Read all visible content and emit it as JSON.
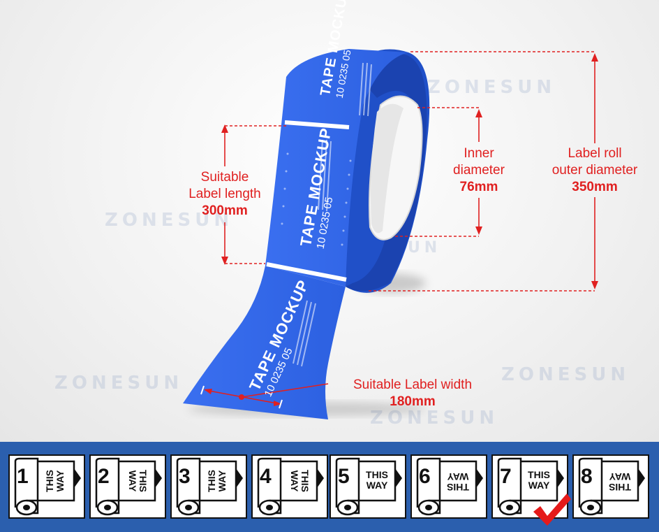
{
  "watermark": "ZONESUN",
  "tape_print": {
    "title": "TAPE MOCKUP",
    "code": "10 0235 05"
  },
  "annotations": {
    "label_length": {
      "line1": "Suitable",
      "line2": "Label length",
      "value": "300mm"
    },
    "inner_diameter": {
      "line1": "Inner",
      "line2": "diameter",
      "value": "76mm"
    },
    "outer_diameter": {
      "line1": "Label roll",
      "line2": "outer diameter",
      "value": "350mm"
    },
    "label_width": {
      "line1": "Suitable Label width",
      "value": "180mm"
    }
  },
  "colors": {
    "tape_blue": "#2f63e0",
    "annotation_red": "#e02020",
    "band_blue": "#2b5fae"
  },
  "directions": [
    {
      "number": "1",
      "text1": "THIS",
      "text2": "WAY"
    },
    {
      "number": "2",
      "text1": "THIS",
      "text2": "WAY"
    },
    {
      "number": "3",
      "text1": "THIS",
      "text2": "WAY"
    },
    {
      "number": "4",
      "text1": "THIS",
      "text2": "WAY"
    },
    {
      "number": "5",
      "text1": "THIS",
      "text2": "WAY"
    },
    {
      "number": "6",
      "text1": "THIS",
      "text2": "WAY"
    },
    {
      "number": "7",
      "text1": "THIS",
      "text2": "WAY",
      "selected": true
    },
    {
      "number": "8",
      "text1": "THIS",
      "text2": "WAY"
    }
  ],
  "selected_icon": "checkmark-icon"
}
